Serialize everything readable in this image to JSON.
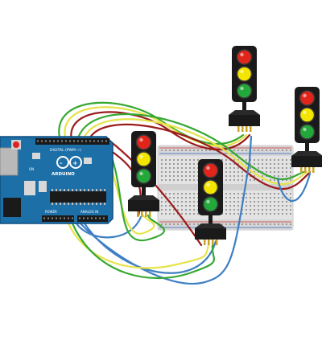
{
  "board": {
    "logo_text": "ARDUINO",
    "digital_label": "DIGITAL (PWM ~)",
    "power_label": "POWER",
    "analog_label": "ANALOG IN",
    "on_label": "ON"
  },
  "colors": {
    "board": "#1d6fa8",
    "board_edge": "#0e4f7e",
    "breadboard": "#e3e3e3",
    "light_housing": "#1a1a1a",
    "red_lamp": "#e1251b",
    "yellow_lamp": "#f4e500",
    "green_lamp": "#23a83a",
    "wire_red": "#9b1b1b",
    "wire_yellow": "#e6e34a",
    "wire_green": "#36a832",
    "wire_blue": "#3f7fc4"
  },
  "traffic_lights": [
    {
      "id": "light-1"
    },
    {
      "id": "light-2"
    },
    {
      "id": "light-3"
    },
    {
      "id": "light-4"
    }
  ]
}
